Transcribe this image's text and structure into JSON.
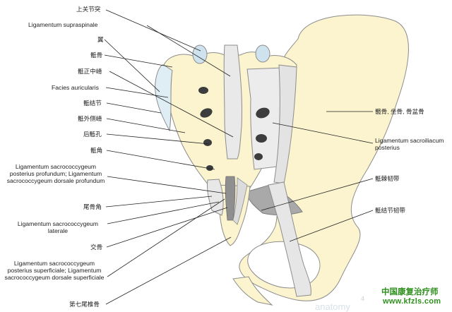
{
  "labels": {
    "l1": "上关节突",
    "l2": "Ligamentum supraspinale",
    "l3": "翼",
    "l4": "骶骨",
    "l5": "骶正中嵴",
    "l6": "Facies auricularis",
    "l7": "骶结节",
    "l8": "骶外侧嵴",
    "l9": "后骶孔",
    "l10": "骶角",
    "l11": "Ligamentum sacrococcygeum posterius profundum; Ligamentum sacrococcygeum dorsale profundum",
    "l12": "尾骨角",
    "l13": "Ligamentum sacrococcygeum laterale",
    "l14": "交骨",
    "l15": "Ligamentum sacrococcygeum posterius superficiale; Ligamentum sacrococcygeum dorsale superficiale",
    "l16": "第七尾椎骨",
    "r1": "髋骨, 坐骨, 骨盆骨",
    "r2": "Ligamentum sacroiliacum posterius",
    "r3": "骶棘韧带",
    "r4": "骶结节韧带"
  },
  "watermark": {
    "cn": "中国康复治疗师",
    "url": "www.kfzls.com",
    "brand": "anatomy",
    "page": "4"
  }
}
